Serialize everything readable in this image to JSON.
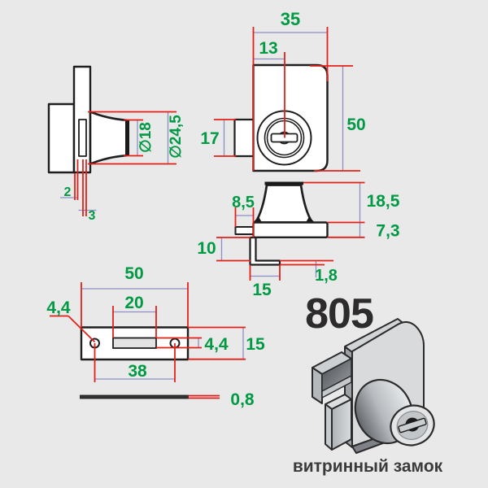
{
  "colors": {
    "background": "#e9e9e9",
    "dimension_red": "#e32119",
    "dimension_blue": "#8e8ec6",
    "label_green": "#009944",
    "outline_black": "#1f1f1f",
    "model_dark": "#2d2b2c"
  },
  "views": {
    "side": {
      "labels": {
        "face_diameter": "∅18",
        "base_diameter": "∅24,5",
        "glass_gap": "2",
        "slot_width": "3"
      }
    },
    "front": {
      "labels": {
        "width": "35",
        "keyhole_offset": "13",
        "height": "50",
        "tab_height": "17"
      }
    },
    "section": {
      "labels": {
        "latch_width": "8,5",
        "total_depth": "18,5",
        "body_thickness": "7,3",
        "bracket_drop": "10",
        "bracket_foot_length": "15",
        "bracket_thickness": "1,8"
      }
    },
    "strike_plate": {
      "labels": {
        "width": "50",
        "slot_width": "20",
        "hole_diameter": "4,4",
        "hole_spacing": "38",
        "slot_height": "4,4",
        "height": "15",
        "thickness": "0,8"
      }
    }
  },
  "product": {
    "model": "805",
    "name": "витринный замок"
  }
}
